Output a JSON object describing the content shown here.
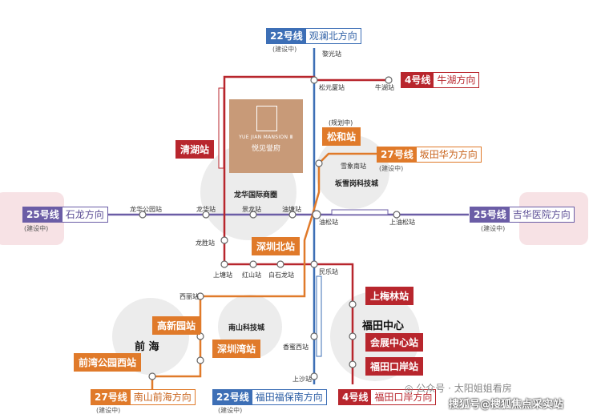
{
  "colors": {
    "line22": "#3d6fb6",
    "line4": "#b8262d",
    "line27": "#e07a2a",
    "line25": "#6b5da6",
    "area_circle": "#ececec"
  },
  "lines": {
    "l22_top": {
      "num": "22号线",
      "dir": "观澜北方向",
      "note": "(建设中)"
    },
    "l4_top": {
      "num": "4号线",
      "dir": "牛湖方向"
    },
    "l27_right": {
      "num": "27号线",
      "dir": "坂田华为方向",
      "note": "(建设中)"
    },
    "l25_left": {
      "num": "25号线",
      "dir": "石龙方向",
      "note": "(建设中)"
    },
    "l25_right": {
      "num": "25号线",
      "dir": "吉华医院方向",
      "note": "(建设中)"
    },
    "l27_bottom": {
      "num": "27号线",
      "dir": "南山前海方向",
      "note": "(建设中)"
    },
    "l22_bottom": {
      "num": "22号线",
      "dir": "福田福保南方向",
      "note": "(建设中)"
    },
    "l4_bottom": {
      "num": "4号线",
      "dir": "福田口岸方向"
    }
  },
  "stations": {
    "liguang": "黎光站",
    "songyuansha": "松元厦站",
    "niuhu": "牛湖站",
    "songhe_plan": "(规划中)",
    "xuexiang": "雪象南站",
    "longhua_park": "龙华公园站",
    "longhua": "龙华站",
    "jinglong": "景龙站",
    "youtang": "油塘站",
    "youtang2": "油松站",
    "shangyousong": "上油松站",
    "longsheng": "龙胜站",
    "shangtang": "上塘站",
    "hongshan": "红山站",
    "baishilong": "白石龙站",
    "minle": "民乐站",
    "xili": "西丽站",
    "xiangmixi": "香蜜西站",
    "shangsha": "上沙站"
  },
  "boxes": {
    "qinghu": "清湖站",
    "songhe": "松和站",
    "shenzhen_north": "深圳北站",
    "gaoxinyuan": "高新园站",
    "shenzhenwan": "深圳湾站",
    "qianwan_park": "前湾公园西站",
    "shangmeilin": "上梅林站",
    "huizhan": "会展中心站",
    "futian_kouan": "福田口岸站"
  },
  "areas": {
    "bantian": "坂雪岗科技城",
    "longhua_cbd": "龙华国际商圈",
    "nanshan_tech": "南山科技城",
    "qianhai": "前 海",
    "futian_center": "福田中心"
  },
  "project": {
    "en": "YUE JIAN MANSION Ⅲ",
    "cn": "悦见誉府"
  },
  "footer": {
    "source": "公众号 · 太阳姐姐看房",
    "watermark": "搜狐号@搜狐焦点采实站"
  },
  "icons": [
    "project-logo-icon",
    "sohu-wechat-icon"
  ]
}
